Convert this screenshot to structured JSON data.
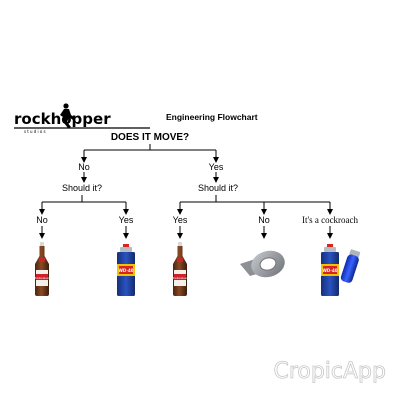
{
  "logo": {
    "text": "rockhopper",
    "subtext": "studios"
  },
  "title": "Engineering Flowchart",
  "question": "DOES IT MOVE?",
  "branches": {
    "no": {
      "label": "No",
      "question": "Should it?",
      "left": "No",
      "right": "Yes"
    },
    "yes": {
      "label": "Yes",
      "question": "Should it?",
      "left": "Yes",
      "middle": "No",
      "right": "It's a cockroach"
    }
  },
  "products": {
    "bottle_label": "Budweiser",
    "spray_label": "WD-40"
  },
  "watermark": "CropicApp",
  "colors": {
    "line": "#000000",
    "bottle_glass": "#6b3a1c",
    "bottle_label": "#d0202a",
    "spray_blue": "#1f3f9e",
    "spray_yellow": "#f2c200",
    "spray_red": "#d8251d",
    "tape_gray": "#9a9ea3",
    "lighter_blue": "#1b3fd6"
  }
}
